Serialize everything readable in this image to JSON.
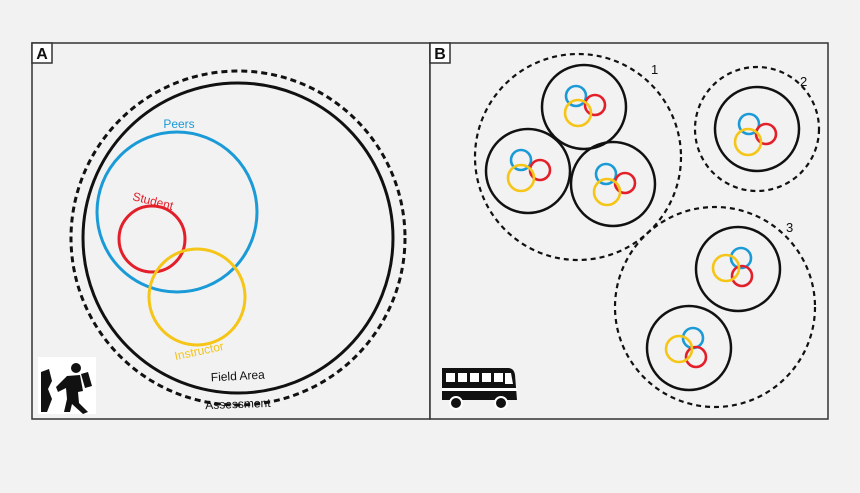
{
  "panel_a": {
    "label": "A",
    "circle_labels": {
      "peers": "Peers",
      "student": "Student",
      "instructor": "Instructor",
      "field_area": "Field Area",
      "assessment": "Assessment"
    },
    "icon": "climber-icon"
  },
  "panel_b": {
    "label": "B",
    "group_numbers": [
      "1",
      "2",
      "3"
    ],
    "icon": "bus-icon"
  },
  "colors": {
    "peers": "#1a9ad6",
    "student": "#e3202a",
    "instructor": "#f5c518",
    "outline": "#111111"
  }
}
